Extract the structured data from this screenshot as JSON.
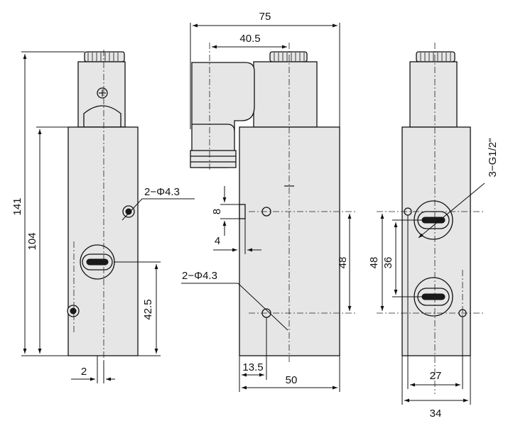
{
  "drawing": {
    "dims": {
      "width_75": "75",
      "width_40_5": "40.5",
      "height_141": "141",
      "height_104": "104",
      "height_42_5": "42.5",
      "offset_2": "2",
      "hole_left": "2−Φ4.3",
      "hole_mid": "2−Φ4.3",
      "pitch_8": "8",
      "pitch_4": "4",
      "height_48_mid": "48",
      "height_48_right": "48",
      "height_36": "36",
      "offset_13_5": "13.5",
      "width_50": "50",
      "width_27": "27",
      "width_34": "34",
      "thread": "3−G1/2\""
    }
  }
}
